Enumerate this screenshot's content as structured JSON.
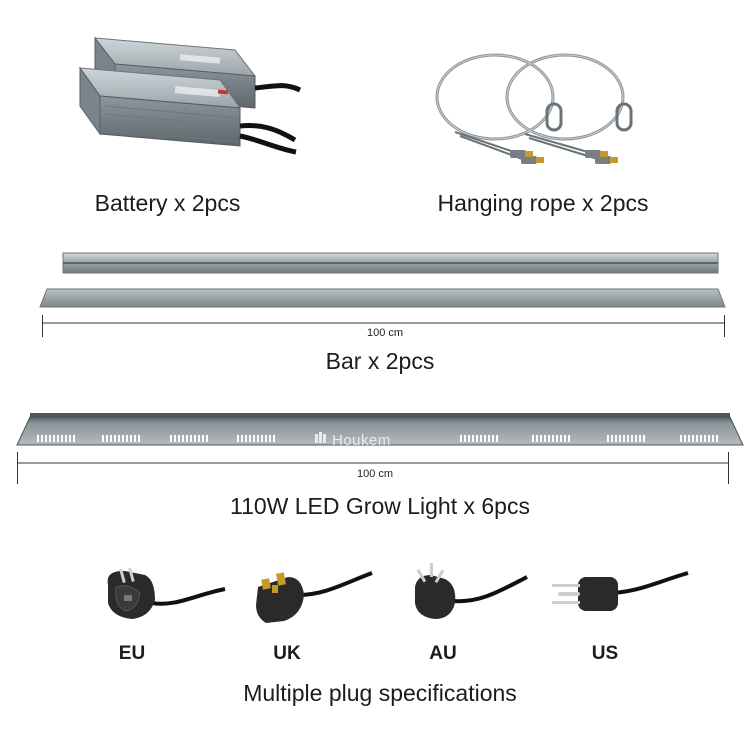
{
  "items": {
    "battery": {
      "caption": "Battery x 2pcs"
    },
    "rope": {
      "caption": "Hanging  rope x 2pcs"
    },
    "bar": {
      "caption": "Bar x 2pcs",
      "length": "100 cm"
    },
    "light": {
      "caption": "110W LED Grow Light x 6pcs",
      "length": "100 cm",
      "brand": "Houkem"
    },
    "plugs": {
      "caption": "Multiple plug specifications",
      "types": [
        "EU",
        "UK",
        "AU",
        "US"
      ]
    }
  },
  "colors": {
    "metal": "#9aa3a8",
    "metal_dark": "#5d666b",
    "cable": "#111111",
    "plug_body": "#2a2a2a"
  }
}
